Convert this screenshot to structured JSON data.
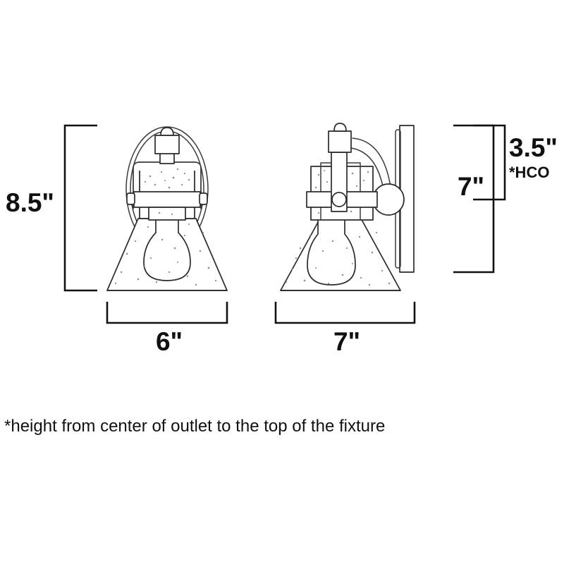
{
  "document": {
    "type": "product-dimension-drawing",
    "subject": "wall sconce light fixture",
    "background_color": "#ffffff",
    "line_color": "#2b2b2b",
    "text_color": "#111111"
  },
  "views": [
    {
      "id": "front-view",
      "name": "front elevation",
      "parts": [
        "oval backplate",
        "socket cap finial",
        "yoke bracket",
        "seeded glass cylinder",
        "side thumbscrews",
        "cone shade",
        "exposed bulb"
      ]
    },
    {
      "id": "side-view",
      "name": "side elevation",
      "parts": [
        "wall mounting plate",
        "curved arm",
        "ball joint",
        "socket cap finial",
        "seeded glass cylinder",
        "cone shade",
        "exposed bulb"
      ]
    }
  ],
  "dimensions": {
    "front_height": {
      "label": "8.5\"",
      "value": 8.5,
      "unit": "in",
      "orientation": "vertical",
      "applies_to": "front-view"
    },
    "front_width": {
      "label": "6\"",
      "value": 6,
      "unit": "in",
      "orientation": "horizontal",
      "applies_to": "front-view"
    },
    "side_height": {
      "label": "7\"",
      "value": 7,
      "unit": "in",
      "orientation": "vertical",
      "applies_to": "side-view"
    },
    "side_width": {
      "label": "7\"",
      "value": 7,
      "unit": "in",
      "orientation": "horizontal",
      "applies_to": "side-view"
    },
    "height_from_center_of_outlet": {
      "label": "3.5\"",
      "value": 3.5,
      "unit": "in",
      "orientation": "vertical",
      "note_label": "*HCO",
      "applies_to": "side-view"
    }
  },
  "footnote": {
    "text": "*height from center of outlet to the top of the fixture"
  }
}
